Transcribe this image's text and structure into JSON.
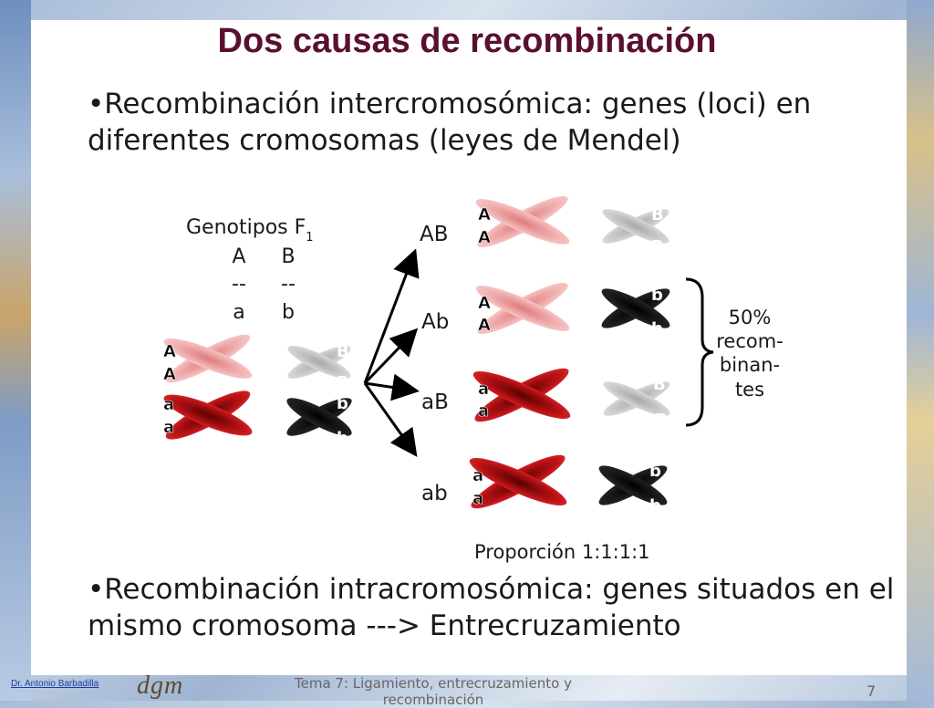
{
  "title": "Dos causas de recombinación",
  "bullets": [
    "•Recombinación intercromosómica: genes (loci) en diferentes cromosomas (leyes de Mendel)",
    "•Recombinación intracromosómica: genes situados en el mismo cromosoma ---> Entrecruzamiento"
  ],
  "diagram": {
    "genotype_label": "Genotipos F",
    "genotype_subscript": "1",
    "genotype_columns": [
      {
        "top": "A",
        "dash": "--",
        "bottom": "a"
      },
      {
        "top": "B",
        "dash": "--",
        "bottom": "b"
      }
    ],
    "parent_alleles": {
      "A": "A",
      "a": "a",
      "B": "B",
      "b": "b"
    },
    "gametes": [
      "AB",
      "Ab",
      "aB",
      "ab"
    ],
    "recombinants_note": [
      "50%",
      "recom-",
      "binan-",
      "tes"
    ],
    "proportion": "Proporción 1:1:1:1"
  },
  "colors": {
    "title": "#5a1030",
    "dark_red": "#b80f14",
    "light_red": "#f4b6b6",
    "black": "#0a0a0a",
    "grey": "#c8c8c8"
  },
  "footer": {
    "author": "Dr. Antonio Barbadilla",
    "logo": "dgm",
    "topic": "Tema 7: Ligamiento, entrecruzamiento y recombinación",
    "page": "7"
  }
}
